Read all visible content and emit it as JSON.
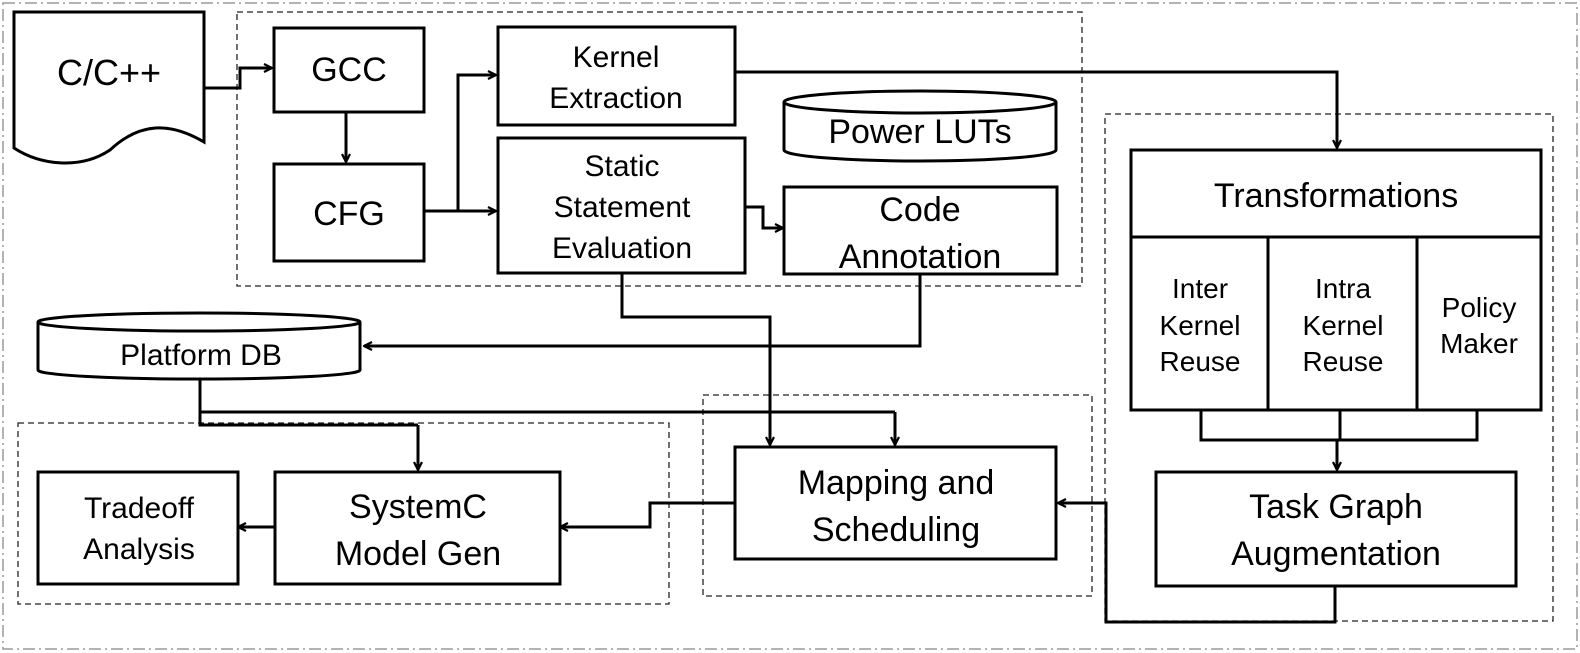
{
  "nodes": {
    "source": "C/C++",
    "gcc": "GCC",
    "cfg": "CFG",
    "kernel_extraction": [
      "Kernel",
      "Extraction"
    ],
    "static_statement_evaluation": [
      "Static",
      "Statement",
      "Evaluation"
    ],
    "power_luts": "Power LUTs",
    "code_annotation": [
      "Code",
      "Annotation"
    ],
    "platform_db": "Platform DB",
    "transformations": "Transformations",
    "inter_kernel_reuse": [
      "Inter",
      "Kernel",
      "Reuse"
    ],
    "intra_kernel_reuse": [
      "Intra",
      "Kernel",
      "Reuse"
    ],
    "policy_maker": [
      "Policy",
      "Maker"
    ],
    "task_graph_augmentation": [
      "Task Graph",
      "Augmentation"
    ],
    "mapping_and_scheduling": [
      "Mapping and",
      "Scheduling"
    ],
    "systemc_model_gen": [
      "SystemC",
      "Model Gen"
    ],
    "tradeoff_analysis": [
      "Tradeoff",
      "Analysis"
    ]
  }
}
